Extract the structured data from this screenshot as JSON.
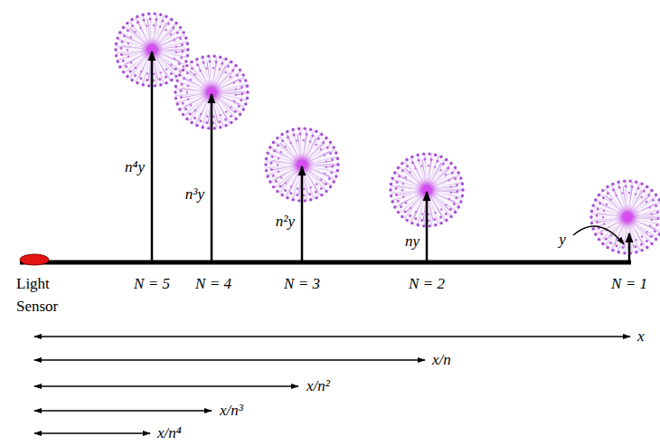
{
  "diagram": {
    "labels": [
      "n⁴y",
      "n³y",
      "n²y",
      "ny",
      "y",
      "Light Sensor",
      "N = 5",
      "N = 4",
      "N = 3",
      "N = 2",
      "N = 1",
      "x",
      "x/n",
      "x/n²",
      "x/n³",
      "x/n⁴"
    ]
  }
}
